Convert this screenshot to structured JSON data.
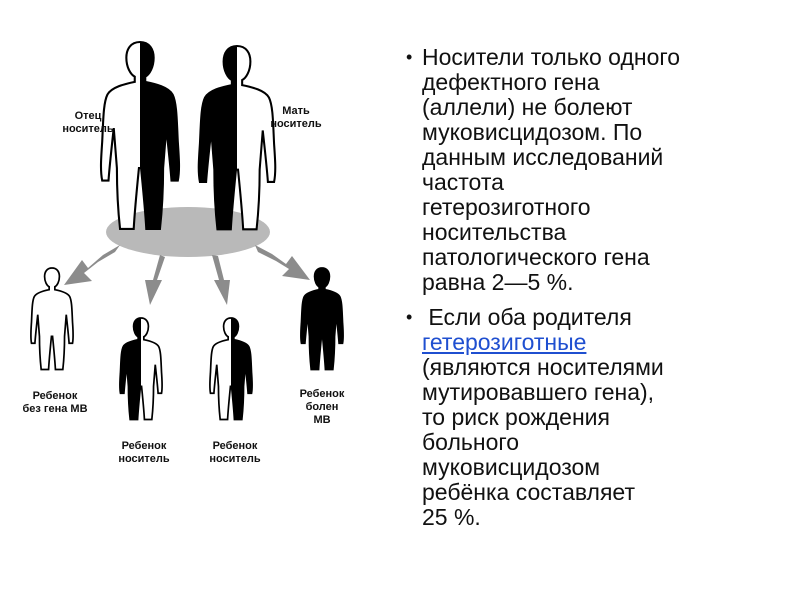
{
  "diagram": {
    "labels": {
      "father": [
        "Отец",
        "носитель"
      ],
      "mother": [
        "Мать",
        "носитель"
      ],
      "child1": [
        "Ребенок",
        "без гена МВ"
      ],
      "child2": [
        "Ребенок",
        "носитель"
      ],
      "child3": [
        "Ребенок",
        "носитель"
      ],
      "child4": [
        "Ребенок",
        "болен",
        "МВ"
      ]
    }
  },
  "text": {
    "bullet1": {
      "l1": "Носители только одного",
      "l2": "дефектного гена",
      "l3": "(аллели) не болеют",
      "l4": "муковисцидозом. По",
      "l5": "данным исследований",
      "l6": "частота",
      "l7": "гетерозиготного",
      "l8": "носительства",
      "l9": "патологического гена",
      "l10": "равна 2—5 %."
    },
    "bullet2": {
      "l1": " Если оба родителя",
      "link": "гетерозиготные",
      "l3": "(являются носителями",
      "l4": "мутировавшего гена),",
      "l5": "то риск рождения",
      "l6": "больного",
      "l7": "муковисцидозом",
      "l8": "ребёнка составляет",
      "l9": "25 %."
    }
  },
  "colors": {
    "link": "#1f4fd0",
    "platform": "#b9b9b9",
    "arrow": "#8c8c8c"
  },
  "icons": [
    "human-figure-icon",
    "arrow-icon"
  ]
}
